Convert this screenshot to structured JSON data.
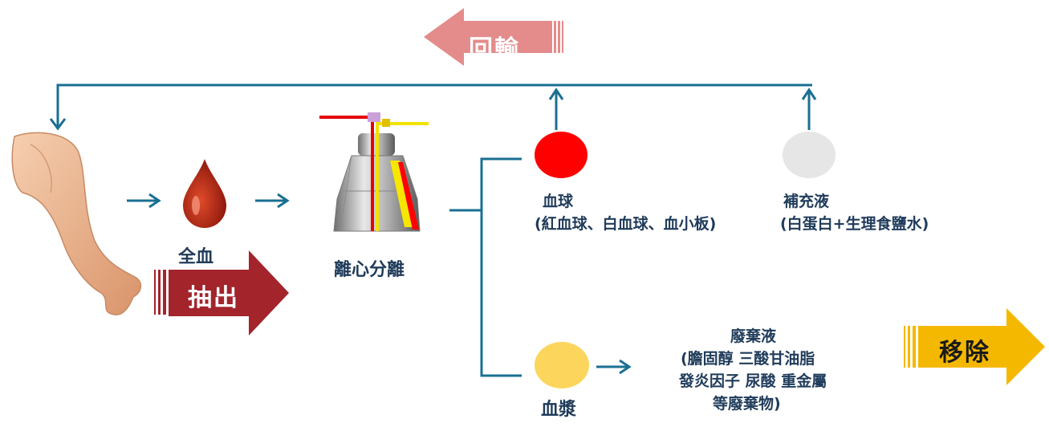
{
  "return_label": "回輸",
  "extract_label": "抽出",
  "remove_label": "移除",
  "whole_blood_label": "全血",
  "centrifuge_label": "離心分離",
  "blood_cells": {
    "title": "血球",
    "detail": "(紅血球、白血球、血小板)"
  },
  "replacement_fluid": {
    "title": "補充液",
    "detail": "(白蛋白+生理食鹽水)"
  },
  "plasma_label": "血漿",
  "waste": {
    "title": "廢棄液",
    "line1": "(膽固醇 三酸甘油脂",
    "line2": "發炎因子 尿酸 重金屬",
    "line3": "等廢棄物)"
  },
  "colors": {
    "flow_line": "#1a6f93",
    "return_arrow": "#e48b8b",
    "extract_arrow": "#a3242b",
    "remove_arrow": "#f5b800",
    "blood_cells_circle": "#ff0000",
    "replacement_circle": "#e6e6e6",
    "plasma_circle": "#fcd65c"
  },
  "icons": [
    "arm-icon",
    "blood-drop-icon",
    "centrifuge-icon"
  ]
}
